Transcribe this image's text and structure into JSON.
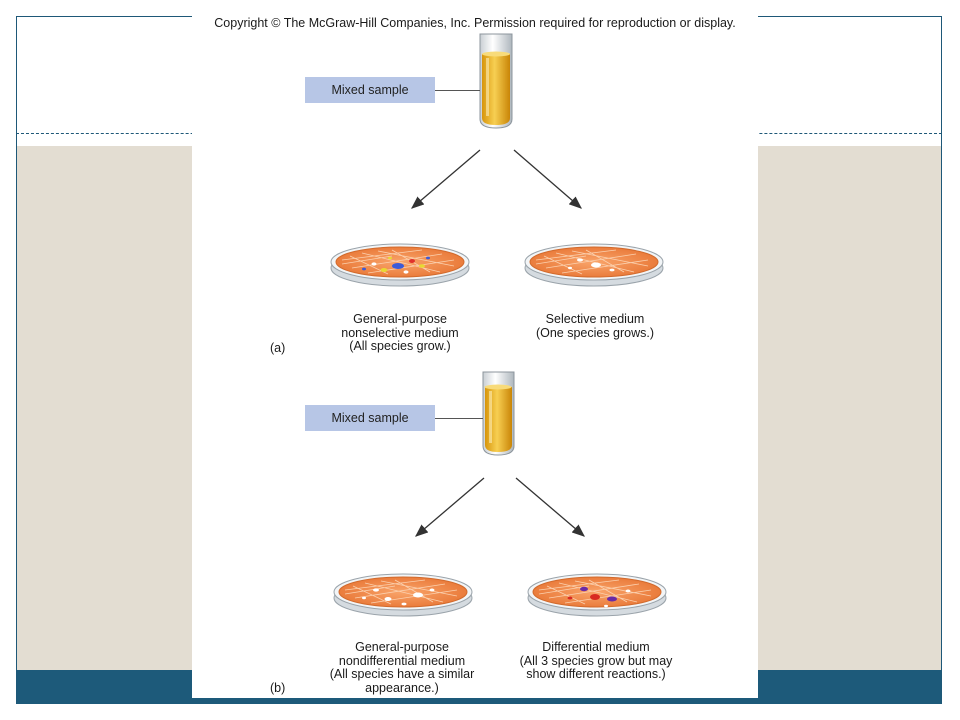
{
  "copyright": "Copyright © The McGraw-Hill Companies, Inc. Permission required for reproduction or display.",
  "panel_a": {
    "label": "(a)",
    "sample_label": "Mixed sample",
    "left_caption": [
      "General-purpose",
      "nonselective medium",
      "(All species grow.)"
    ],
    "right_caption": [
      "Selective medium",
      "(One species grows.)"
    ]
  },
  "panel_b": {
    "label": "(b)",
    "sample_label": "Mixed sample",
    "left_caption": [
      "General-purpose",
      "nondifferential medium",
      "(All species have a similar",
      "appearance.)"
    ],
    "right_caption": [
      "Differential medium",
      "(All 3 species grow but may",
      "show different reactions.)"
    ]
  },
  "colors": {
    "frame": "#1e5878",
    "beige": "#e3ddd2",
    "bottom_bar": "#1d5a7a",
    "label_fill": "#b7c6e6",
    "medium": "#f08a4b",
    "broth": "#e8a91a"
  }
}
